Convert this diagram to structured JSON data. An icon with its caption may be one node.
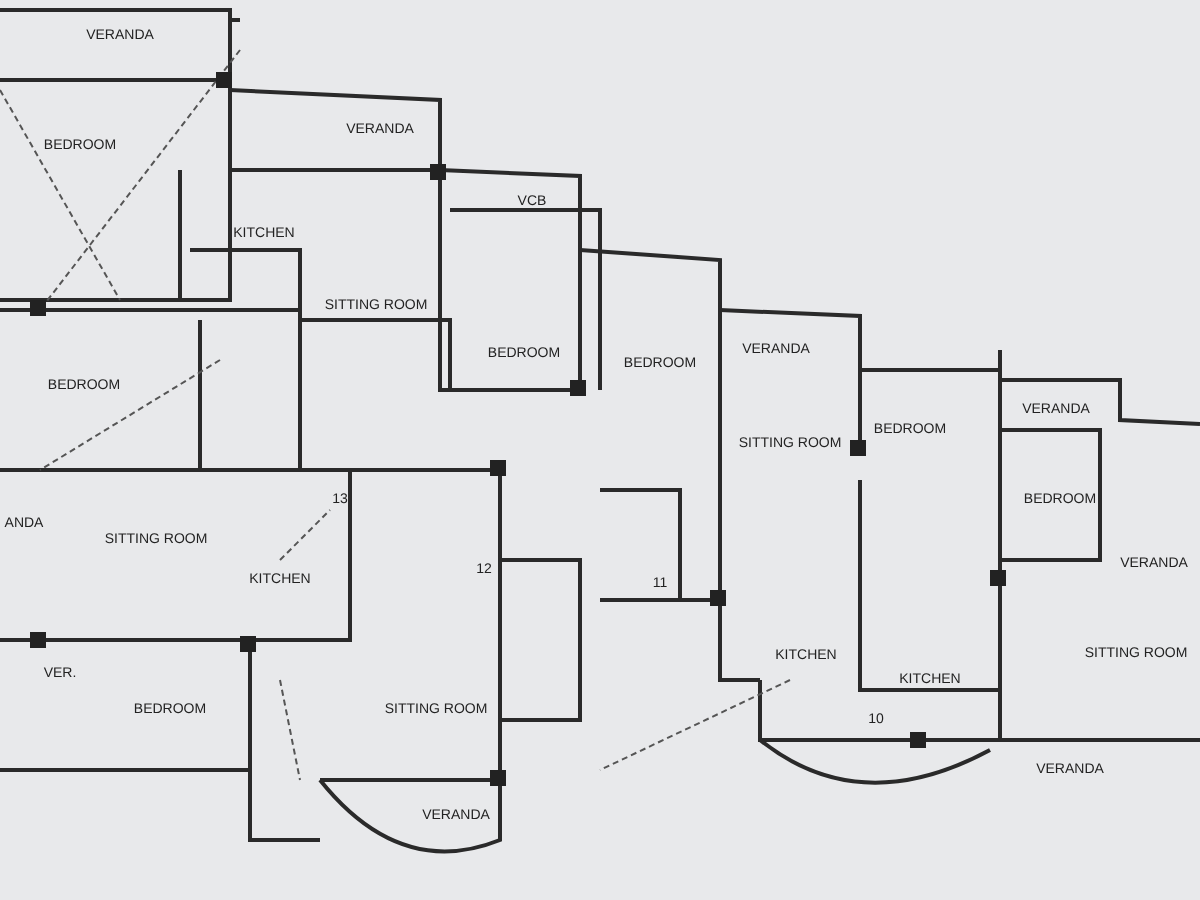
{
  "diagram": {
    "labels": [
      "VERANDA",
      "VERANDA",
      "BEDROOM",
      "KITCHEN",
      "VCB",
      "SITTING ROOM",
      "BEDROOM",
      "BEDROOM",
      "VERANDA",
      "BEDROOM",
      "SITTING ROOM",
      "BEDROOM",
      "VERANDA",
      "13",
      "BEDROOM",
      "ANDA",
      "SITTING ROOM",
      "12",
      "VERANDA",
      "KITCHEN",
      "11",
      "KITCHEN",
      "KITCHEN",
      "SITTING ROOM",
      "VER.",
      "BEDROOM",
      "SITTING ROOM",
      "10",
      "VERANDA",
      "VERANDA"
    ]
  }
}
